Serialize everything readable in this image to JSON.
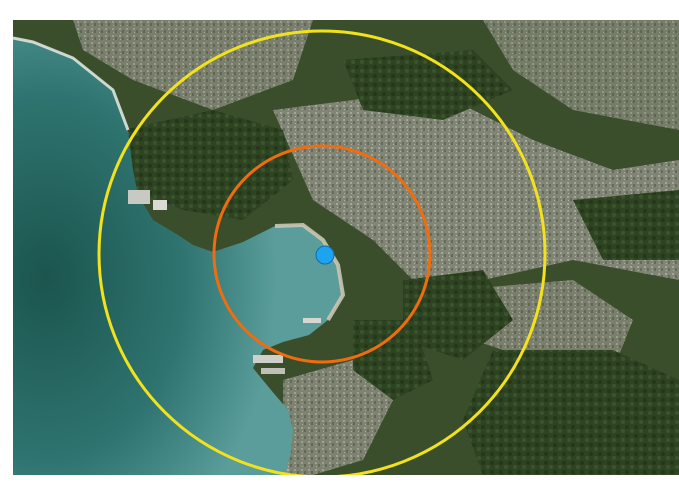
{
  "map": {
    "imagery": "satellite",
    "colors": {
      "sea_deep": "#1c5a52",
      "sea_shallow": "#3f8583",
      "sea_near_shore": "#5d9f9c",
      "land_forest": "#2e4322",
      "land_forest_dark": "#1f3219",
      "land_urban": "#8b8c7e",
      "land_urban_light": "#b3b2a4",
      "beach_sand": "#c9c6b3",
      "surf_white": "#e8ece8"
    },
    "markers": [
      {
        "name": "center-point",
        "icon": "location-dot-icon",
        "color": "#1ea3f0"
      }
    ],
    "rings": [
      {
        "name": "inner-radius-ring",
        "color": "#f06d0f",
        "relative_radius": 1.0
      },
      {
        "name": "outer-radius-ring",
        "color": "#f2e21d",
        "relative_radius": 2.07
      }
    ]
  }
}
